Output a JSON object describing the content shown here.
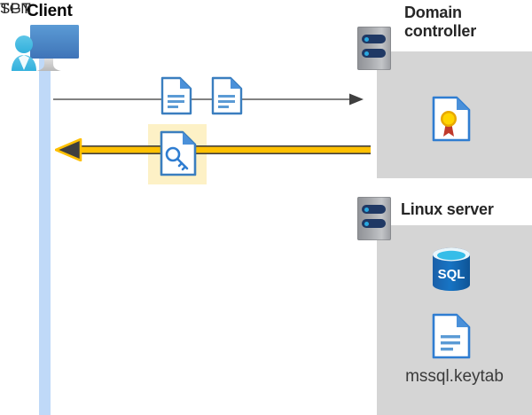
{
  "diagram": {
    "kind": "kerberos-authentication-flow",
    "background": "#ffffff"
  },
  "actors": {
    "client": {
      "title": "Client",
      "icon": "client-computer-user-icon",
      "lifeline_color": "#bfd9f8"
    },
    "domain_controller": {
      "title": "Domain\ncontroller",
      "icon": "rack-server-icon",
      "panel_color": "#d5d5d5",
      "contents": [
        {
          "icon": "certificate-document-icon",
          "label": ""
        }
      ]
    },
    "linux_server": {
      "title": "Linux server",
      "icon": "rack-server-icon",
      "panel_color": "#d5d5d5",
      "contents": [
        {
          "icon": "sql-database-icon",
          "label": "SQL"
        },
        {
          "icon": "keytab-document-icon",
          "label": "mssql.keytab"
        }
      ]
    }
  },
  "messages": {
    "request": {
      "direction": "client-to-domain-controller",
      "line_color": "#595959",
      "artifacts": [
        {
          "label": "TGT",
          "icon": "text-document-icon"
        },
        {
          "label": "SPN",
          "icon": "text-document-icon"
        }
      ]
    },
    "response": {
      "direction": "domain-controller-to-client",
      "line_color": "#ffc000",
      "arrowhead_color": "#3f3f3f",
      "highlight_color": "#fdf1c6",
      "artifacts": [
        {
          "label": "",
          "icon": "key-document-icon"
        }
      ]
    }
  },
  "colors": {
    "accent_blue": "#2f7dd1",
    "doc_fill": "#ffffff",
    "doc_stroke": "#3a7ebf",
    "doc_fold": "#4a90d9",
    "gold": "#ffc000",
    "panel_gray": "#d5d5d5",
    "rack_navy": "#1f3864",
    "led_cyan": "#29a8e0",
    "sql_blue": "#0f6cbd",
    "cert_gold": "#ffd400",
    "cert_red": "#c0392b"
  }
}
